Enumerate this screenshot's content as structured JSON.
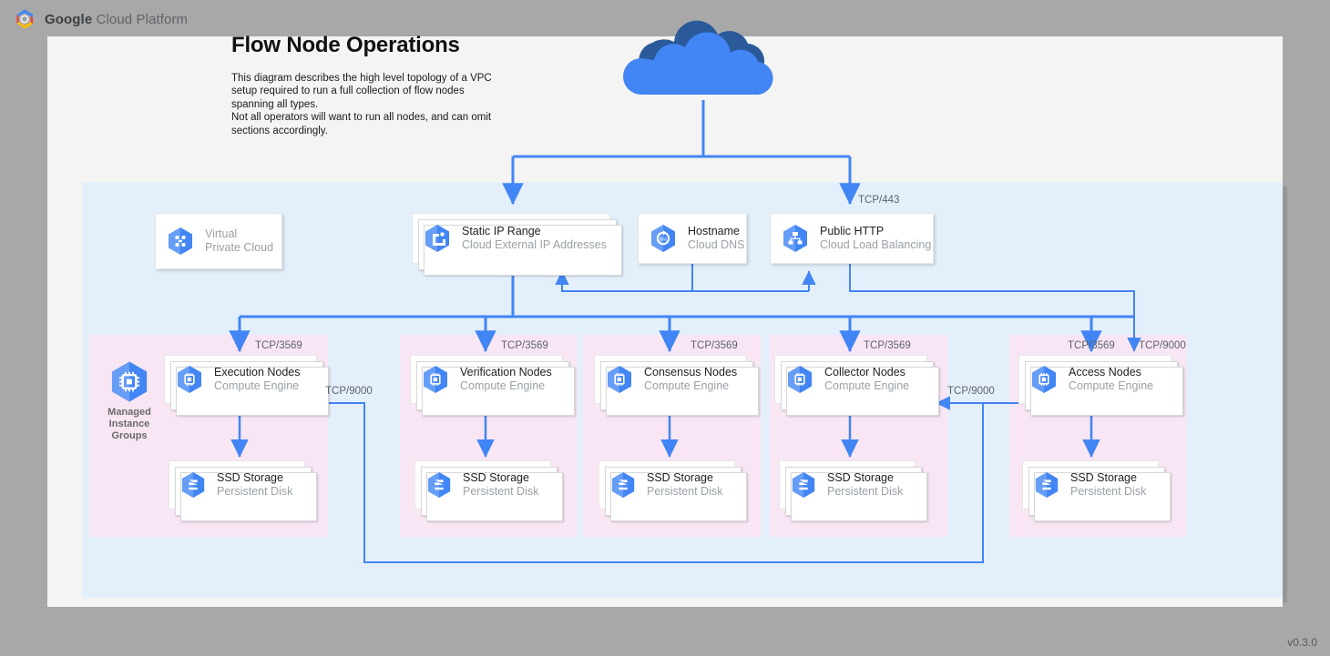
{
  "brand": {
    "bold": "Google",
    "rest": " Cloud Platform",
    "logo_icon": "google-cloud-logo"
  },
  "version": "v0.3.0",
  "diagram": {
    "title": "Flow Node Operations",
    "description": "This diagram describes the high level topology of a VPC setup required to run a full collection of flow nodes spanning all types.\nNot all operators will want to run all nodes, and can omit sections accordingly."
  },
  "internet": {
    "icon": "cloud-icon"
  },
  "colors": {
    "page_background": "#a8a8a8",
    "canvas": "#f4f4f3",
    "vpc_region": "#e3f0fc",
    "group_box": "#f8e6f5",
    "connector": "#4285f4",
    "gcp_blue": "#4285f4",
    "text_primary": "#202124",
    "text_secondary": "#9aa0a6"
  },
  "top_nodes": [
    {
      "id": "vpc",
      "title": "Virtual",
      "subtitle": "Private Cloud",
      "icon": "virtual-private-cloud-icon",
      "style": "muted-flat"
    },
    {
      "id": "static-ip",
      "title": "Static IP Range",
      "subtitle": "Cloud External IP Addresses",
      "icon": "external-ip-icon",
      "style": "stacked"
    },
    {
      "id": "hostname",
      "title": "Hostname",
      "subtitle": "Cloud DNS",
      "icon": "cloud-dns-icon",
      "style": "flat"
    },
    {
      "id": "public-http",
      "title": "Public HTTP",
      "subtitle": "Cloud Load Balancing",
      "icon": "load-balancing-icon",
      "style": "flat"
    }
  ],
  "mig": {
    "icon": "managed-instance-groups-icon",
    "label": "Managed\nInstance\nGroups"
  },
  "node_groups": [
    {
      "id": "execution",
      "compute": {
        "title": "Execution Nodes",
        "subtitle": "Compute Engine",
        "icon": "compute-engine-icon"
      },
      "storage": {
        "title": "SSD Storage",
        "subtitle": "Persistent Disk",
        "icon": "persistent-disk-icon"
      },
      "inbound_ports": [
        "TCP/3569"
      ],
      "side_port": "TCP/9000"
    },
    {
      "id": "verification",
      "compute": {
        "title": "Verification Nodes",
        "subtitle": "Compute Engine",
        "icon": "compute-engine-icon"
      },
      "storage": {
        "title": "SSD Storage",
        "subtitle": "Persistent Disk",
        "icon": "persistent-disk-icon"
      },
      "inbound_ports": [
        "TCP/3569"
      ]
    },
    {
      "id": "consensus",
      "compute": {
        "title": "Consensus Nodes",
        "subtitle": "Compute Engine",
        "icon": "compute-engine-icon"
      },
      "storage": {
        "title": "SSD Storage",
        "subtitle": "Persistent Disk",
        "icon": "persistent-disk-icon"
      },
      "inbound_ports": [
        "TCP/3569"
      ]
    },
    {
      "id": "collector",
      "compute": {
        "title": "Collector Nodes",
        "subtitle": "Compute Engine",
        "icon": "compute-engine-icon"
      },
      "storage": {
        "title": "SSD Storage",
        "subtitle": "Persistent Disk",
        "icon": "persistent-disk-icon"
      },
      "inbound_ports": [
        "TCP/3569"
      ],
      "side_port": "TCP/9000"
    },
    {
      "id": "access",
      "compute": {
        "title": "Access Nodes",
        "subtitle": "Compute Engine",
        "icon": "compute-engine-icon"
      },
      "storage": {
        "title": "SSD Storage",
        "subtitle": "Persistent Disk",
        "icon": "persistent-disk-icon"
      },
      "inbound_ports": [
        "TCP/3569",
        "TCP/9000"
      ]
    }
  ],
  "edge_labels": {
    "lb_ingress": "TCP/443",
    "node_ingress": "TCP/3569",
    "access_ingress": "TCP/9000",
    "access_to_collector": "TCP/9000",
    "access_to_execution": "TCP/9000"
  }
}
